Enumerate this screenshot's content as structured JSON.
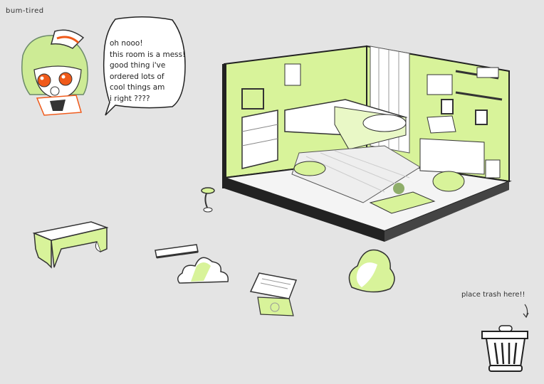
{
  "character": {
    "name": "bum-tired",
    "speech": "oh nooo!\nthis room is a mess!\ngood thing i've\nordered lots of\ncool things am\ni right ????"
  },
  "trash": {
    "hint": "place trash here!!"
  },
  "colors": {
    "background": "#e4e4e4",
    "accent_lime": "#d8f39a",
    "accent_orange": "#f05a1a",
    "outline": "#2a2a2a"
  },
  "items": [
    {
      "name": "desk-lamp",
      "icon": "lamp-icon"
    },
    {
      "name": "bench",
      "icon": "bench-icon"
    },
    {
      "name": "wall-shelf",
      "icon": "shelf-icon"
    },
    {
      "name": "cloud-rug",
      "icon": "cloud-icon"
    },
    {
      "name": "drawing-paper",
      "icon": "paper-icon"
    },
    {
      "name": "beanbag",
      "icon": "beanbag-icon"
    }
  ]
}
